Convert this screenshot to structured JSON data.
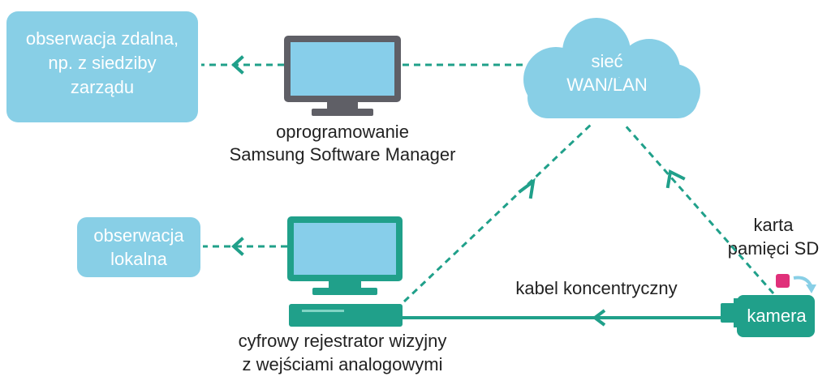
{
  "colors": {
    "light_blue": "#88cfe6",
    "box_text": "#ffffff",
    "teal": "#20a08a",
    "monitor_gray": "#5f5f66",
    "screen_blue": "#87ceea",
    "sd_pink": "#e0307a",
    "label_text": "#222222"
  },
  "remote": {
    "line1": "obserwacja zdalna,",
    "line2": "np. z siedziby",
    "line3": "zarządu"
  },
  "local": {
    "line1": "obserwacja",
    "line2": "lokalna"
  },
  "software": {
    "line1": "oprogramowanie",
    "line2": "Samsung Software Manager"
  },
  "network": {
    "line1": "sieć",
    "line2": "WAN/LAN"
  },
  "recorder": {
    "line1": "cyfrowy rejestrator wizyjny",
    "line2": "z wejściami analogowymi"
  },
  "cable": {
    "label": "kabel koncentryczny"
  },
  "sd_card": {
    "line1": "karta",
    "line2": "pamięci SD"
  },
  "camera": {
    "label": "kamera"
  }
}
